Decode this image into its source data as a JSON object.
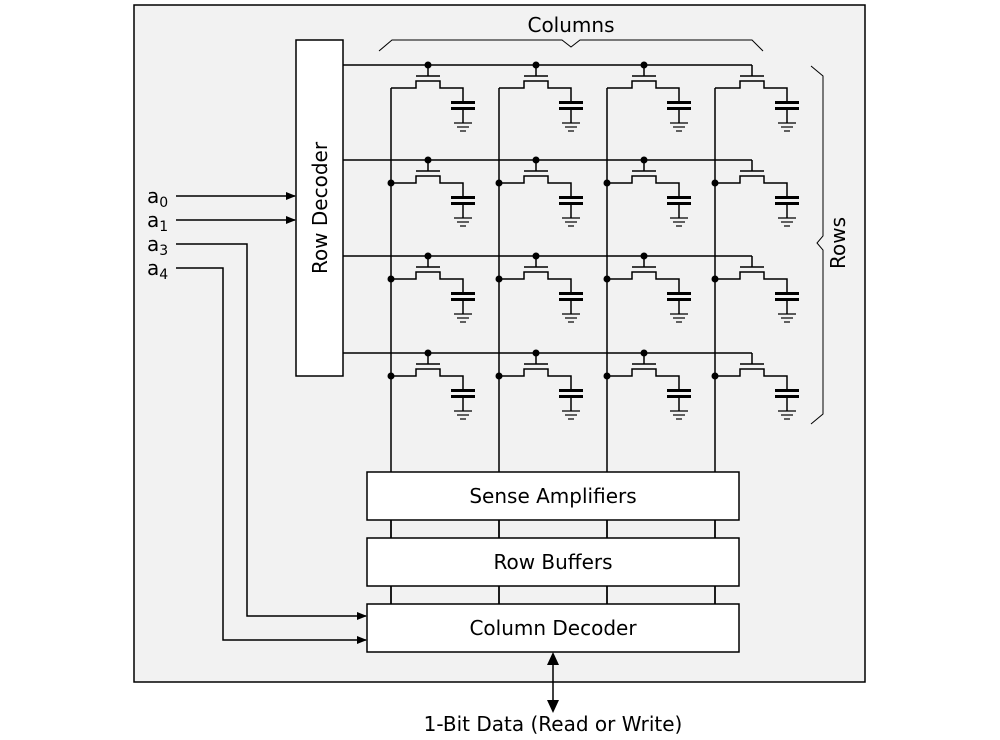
{
  "title": "DRAM array organization",
  "colors": {
    "frame_fill": "#f2f2f2",
    "block_fill": "#ffffff",
    "stroke": "#000000",
    "page_bg": "#ffffff"
  },
  "labels": {
    "columns": "Columns",
    "rows": "Rows",
    "row_decoder": "Row Decoder",
    "sense_amplifiers": "Sense Amplifiers",
    "row_buffers": "Row Buffers",
    "column_decoder": "Column Decoder",
    "data_io": "1-Bit Data (Read or Write)"
  },
  "address_inputs": [
    {
      "base": "a",
      "sub": "0",
      "target": "row-decoder"
    },
    {
      "base": "a",
      "sub": "1",
      "target": "row-decoder"
    },
    {
      "base": "a",
      "sub": "3",
      "target": "column-decoder"
    },
    {
      "base": "a",
      "sub": "4",
      "target": "column-decoder"
    }
  ],
  "array": {
    "rows": 4,
    "columns": 4,
    "cell_type": "1T1C (access transistor + storage capacitor to ground)"
  },
  "icons": {
    "cell": "dram-cell-icon",
    "capacitor": "capacitor-icon",
    "ground": "ground-icon",
    "junction": "junction-dot-icon",
    "bidirectional_arrow": "bidirectional-arrow-icon"
  }
}
